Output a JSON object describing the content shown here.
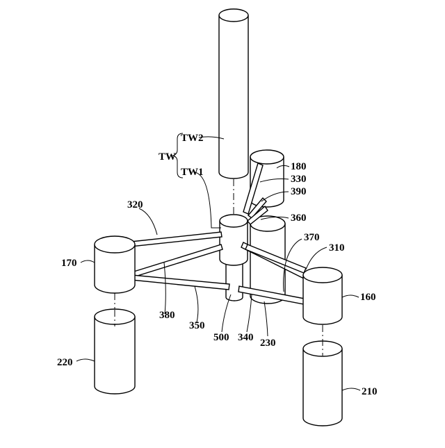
{
  "labels": {
    "tw": "TW",
    "tw2": "TW2",
    "tw1": "TW1",
    "n180": "180",
    "n330": "330",
    "n390": "390",
    "n360": "360",
    "n320": "320",
    "n370": "370",
    "n310": "310",
    "n170": "170",
    "n160": "160",
    "n380": "380",
    "n350": "350",
    "n500": "500",
    "n340": "340",
    "n230": "230",
    "n220": "220",
    "n210": "210"
  }
}
